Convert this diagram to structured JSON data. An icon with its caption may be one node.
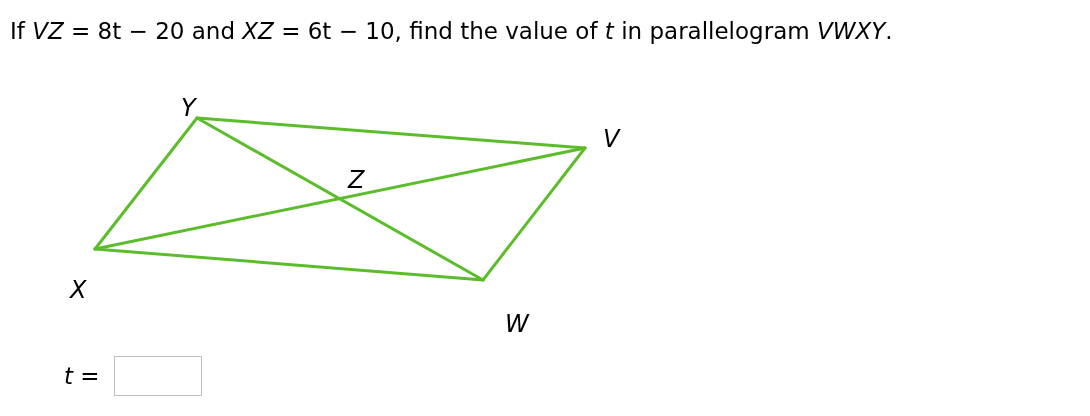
{
  "diagram": {
    "title": "If *VZ* = 8t − 20 and *XZ* = 6t − 10, find the value of *t* in parallelogram *VWXY*.",
    "labels": [
      "Y",
      "V",
      "Z",
      "X",
      "W",
      "*t* ="
    ]
  }
}
